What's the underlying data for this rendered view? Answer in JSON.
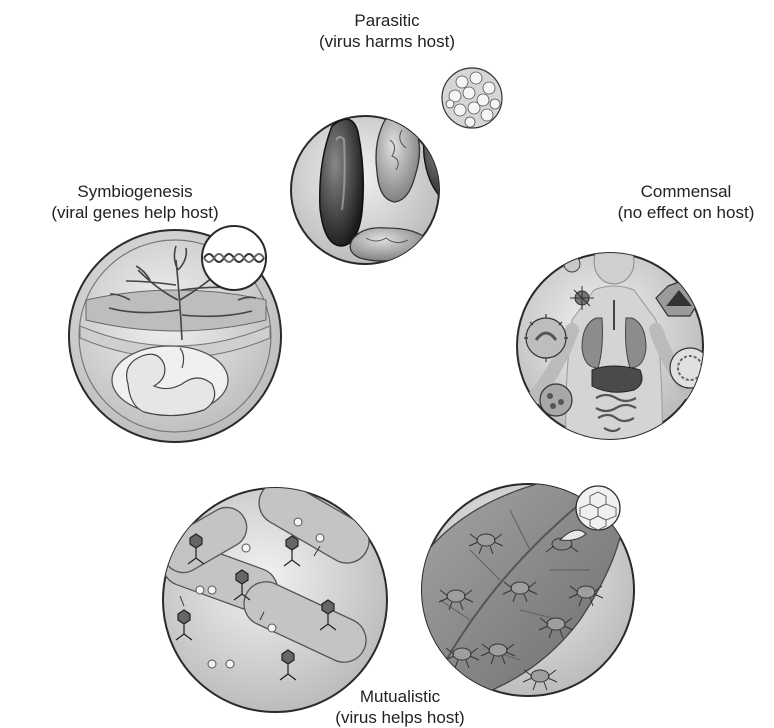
{
  "labels": {
    "parasitic": {
      "title": "Parasitic",
      "subtitle": "(virus harms host)"
    },
    "symbiogenesis": {
      "title": "Symbiogenesis",
      "subtitle": "(viral genes help host)"
    },
    "commensal": {
      "title": "Commensal",
      "subtitle": "(no effect on host)"
    },
    "mutualistic": {
      "title": "Mutualistic",
      "subtitle": "(virus helps host)"
    }
  },
  "colors": {
    "outline": "#2a2a2a",
    "circle_fill": "#dcdcdc",
    "dark_fill": "#333333",
    "light_fill": "#efefef"
  }
}
